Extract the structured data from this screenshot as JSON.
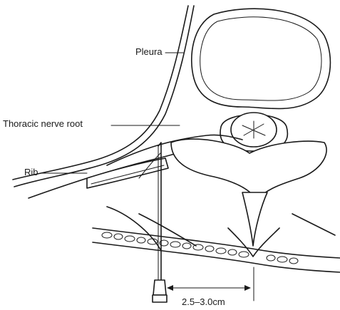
{
  "labels": {
    "pleura": "Pleura",
    "nerve_root": "Thoracic nerve root",
    "rib": "Rib",
    "distance": "2.5–3.0cm"
  },
  "colors": {
    "ink": "#1a1a1a",
    "background": "#ffffff"
  }
}
